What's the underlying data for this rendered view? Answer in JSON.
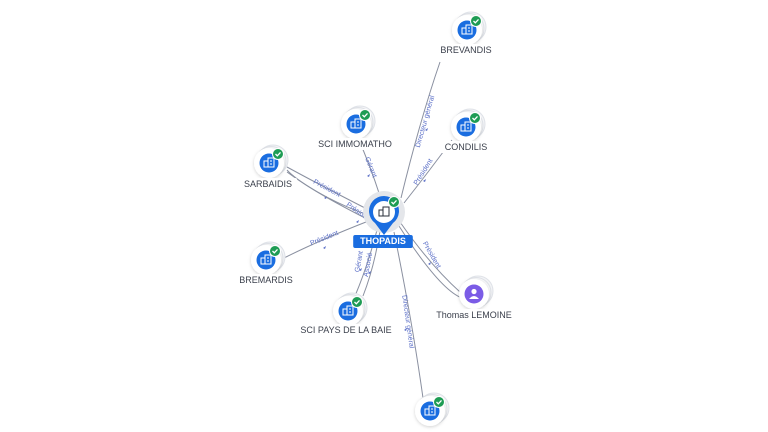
{
  "colors": {
    "company": "#1a6de0",
    "person": "#7b5ce6",
    "check": "#1e9c54",
    "edge": "#8a90a0",
    "edge_label": "#5b6fc7"
  },
  "center": {
    "name": "THOPADIS",
    "icon": "company-building-icon"
  },
  "nodes": [
    {
      "id": "brevandis",
      "name": "BREVANDIS",
      "kind": "company",
      "icon": "company-building-icon",
      "verified": true
    },
    {
      "id": "condilis",
      "name": "CONDILIS",
      "kind": "company",
      "icon": "company-building-icon",
      "verified": true
    },
    {
      "id": "sci-immomatho",
      "name": "SCI IMMOMATHO",
      "kind": "company",
      "icon": "company-building-icon",
      "verified": true
    },
    {
      "id": "sarbaidis",
      "name": "SARBAIDIS",
      "kind": "company",
      "icon": "company-building-icon",
      "verified": true
    },
    {
      "id": "bremardis",
      "name": "BREMARDIS",
      "kind": "company",
      "icon": "company-building-icon",
      "verified": true
    },
    {
      "id": "sci-pays-de-la-baie",
      "name": "SCI PAYS DE LA BAIE",
      "kind": "company",
      "icon": "company-building-icon",
      "verified": true
    },
    {
      "id": "thomas-lemoine",
      "name": "Thomas LEMOINE",
      "kind": "person",
      "icon": "person-icon",
      "verified": false
    },
    {
      "id": "bottom-company",
      "name": "",
      "kind": "company",
      "icon": "company-building-icon",
      "verified": true
    }
  ],
  "edges": [
    {
      "id": "e-brevandis",
      "label": "Directeur général"
    },
    {
      "id": "e-condilis",
      "label": "Président"
    },
    {
      "id": "e-immomatho",
      "label": "Gérant"
    },
    {
      "id": "e-sarbaidis-1",
      "label": "Président"
    },
    {
      "id": "e-sarbaidis-2",
      "label": "Président"
    },
    {
      "id": "e-bremardis",
      "label": "Président"
    },
    {
      "id": "e-pays-1",
      "label": "Gérant"
    },
    {
      "id": "e-pays-2",
      "label": "Associé"
    },
    {
      "id": "e-thomas-1",
      "label": "Président"
    },
    {
      "id": "e-bottom",
      "label": "Directeur général"
    }
  ]
}
